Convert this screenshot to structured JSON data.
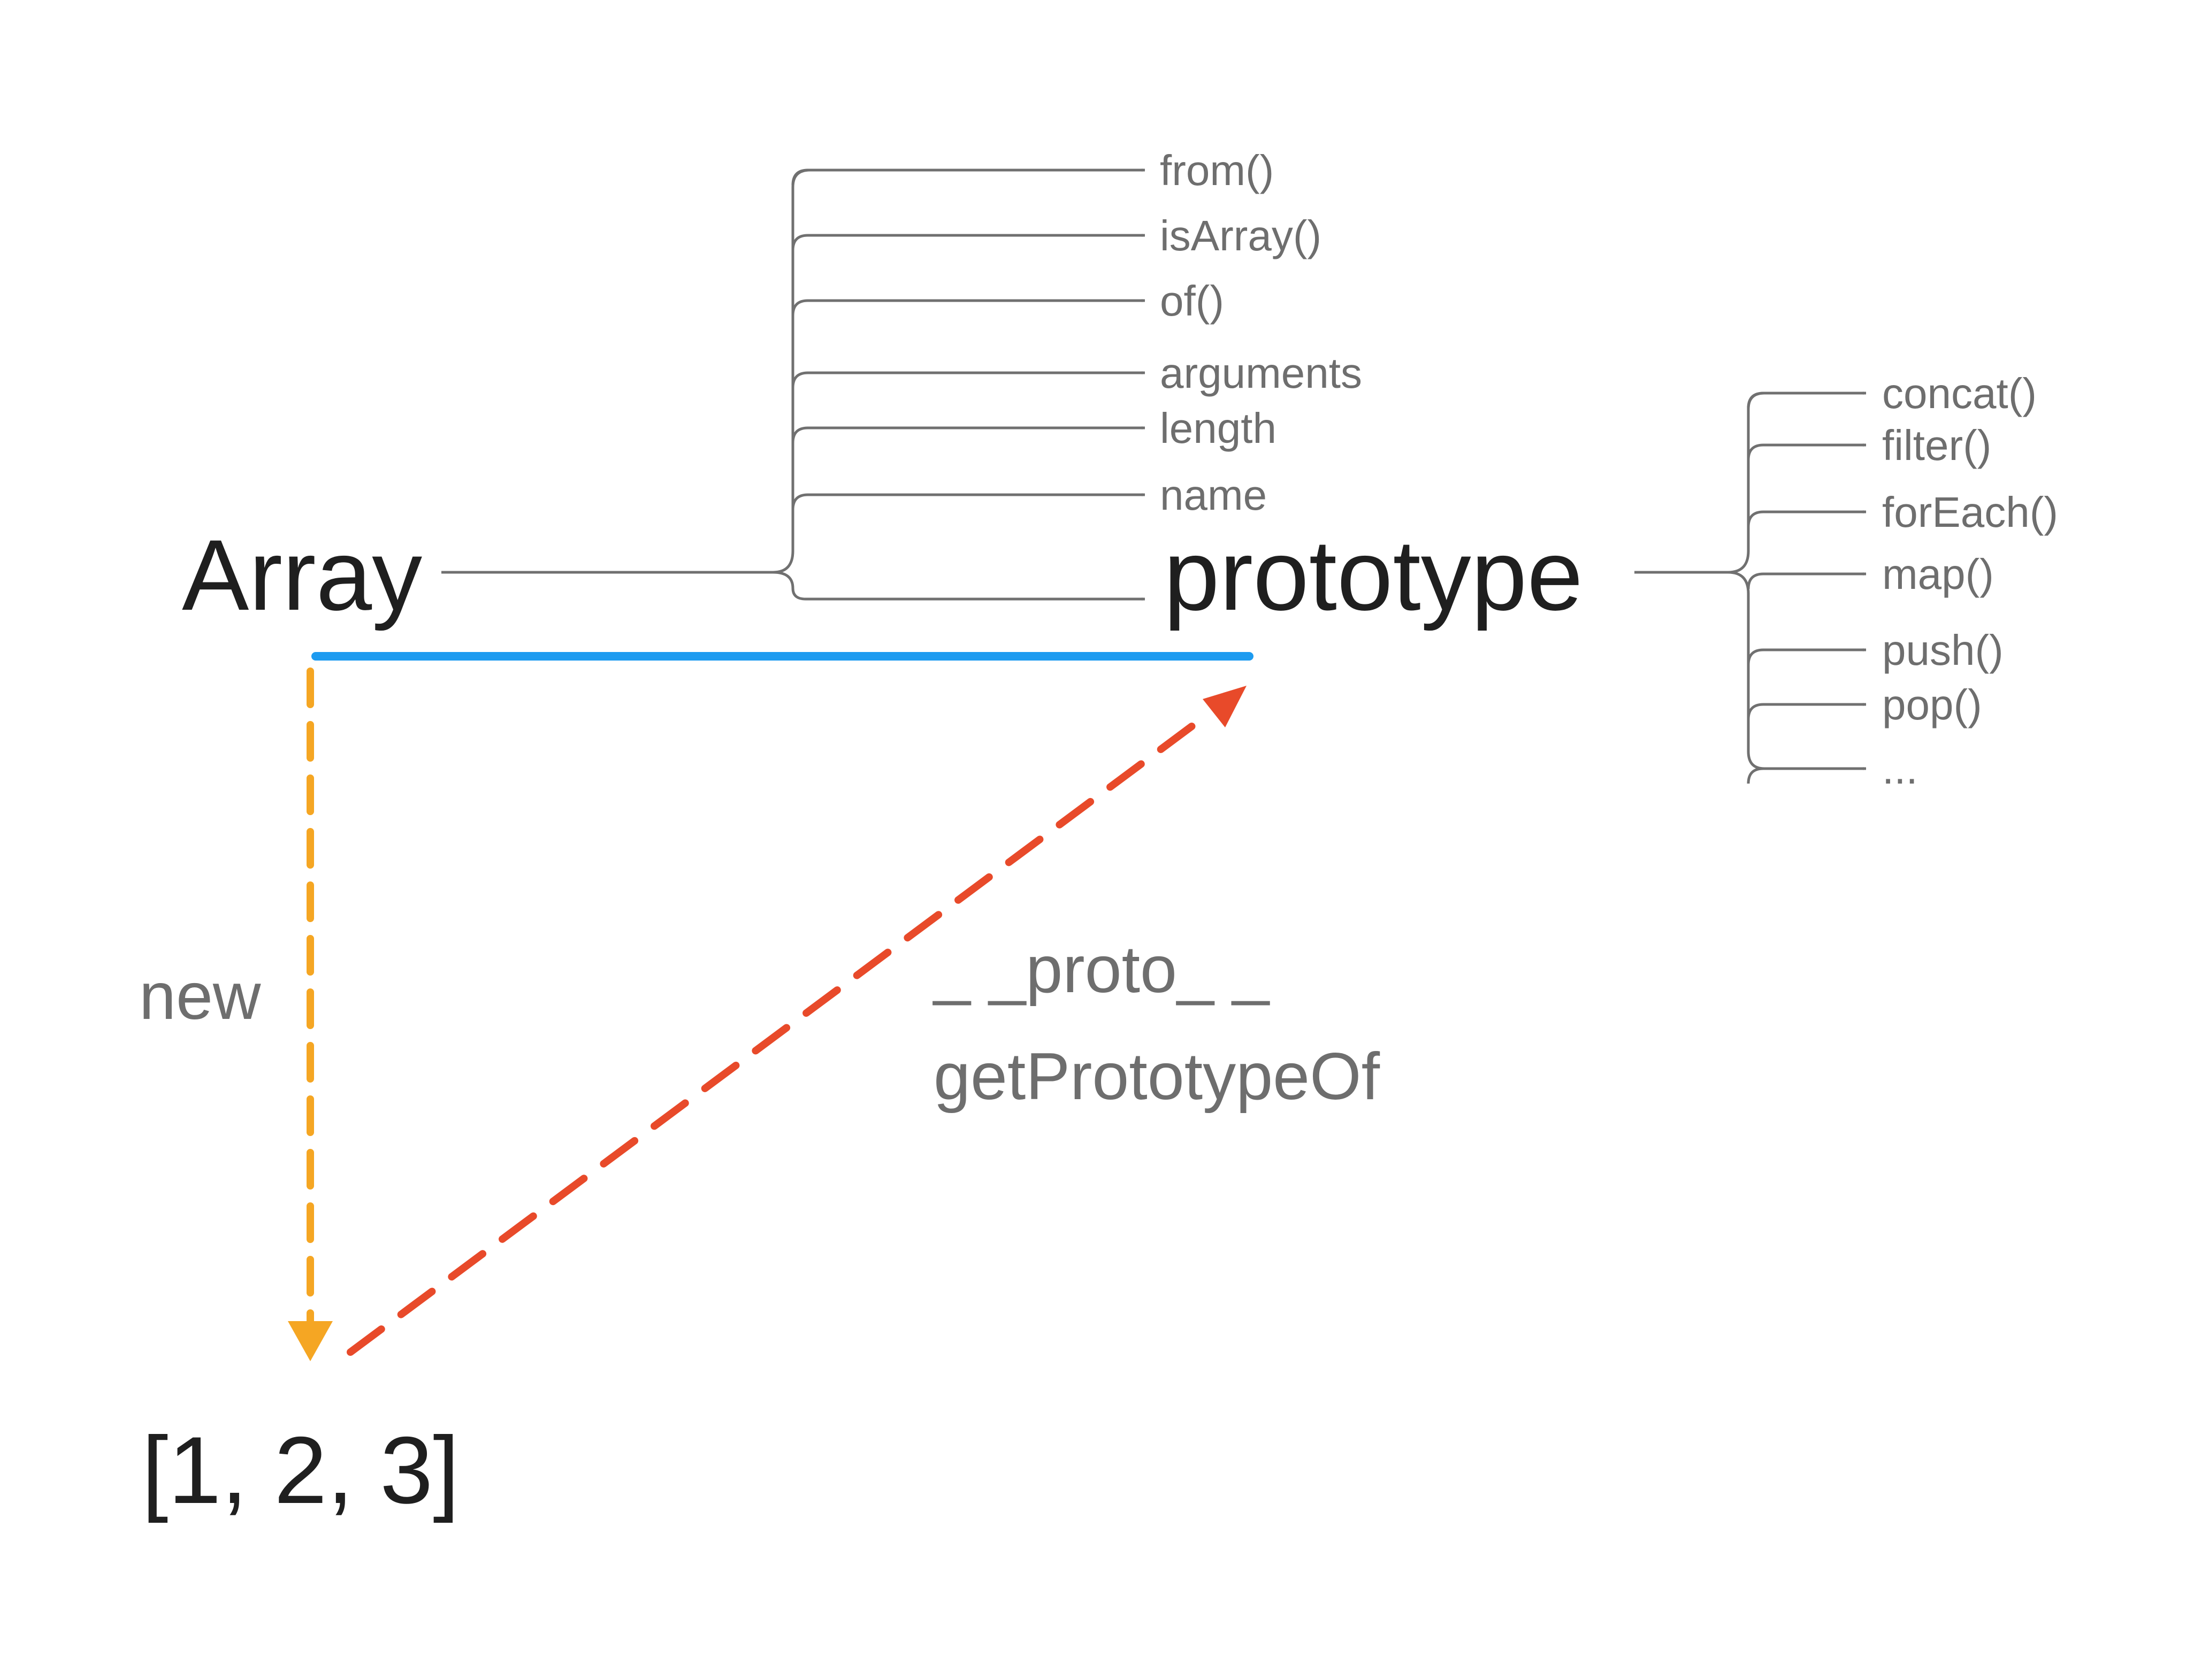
{
  "root": {
    "label": "Array"
  },
  "prototype": {
    "label": "prototype"
  },
  "instance": {
    "label": "[1, 2, 3]"
  },
  "static_members": [
    "from()",
    "isArray()",
    "of()",
    "arguments",
    "length",
    "name"
  ],
  "prototype_members": [
    "concat()",
    "filter()",
    "forEach()",
    "map()",
    "push()",
    "pop()",
    "..."
  ],
  "edges": {
    "new_label": "new",
    "proto_label": "_ _proto_ _",
    "getproto_label": "getPrototypeOf"
  },
  "colors": {
    "text_primary": "#1f1f1f",
    "text_secondary": "#6e6e6e",
    "connector": "#707070",
    "underline_blue": "#1d9bf0",
    "new_arrow_orange": "#f5a623",
    "proto_arrow_red": "#e84a2a"
  }
}
